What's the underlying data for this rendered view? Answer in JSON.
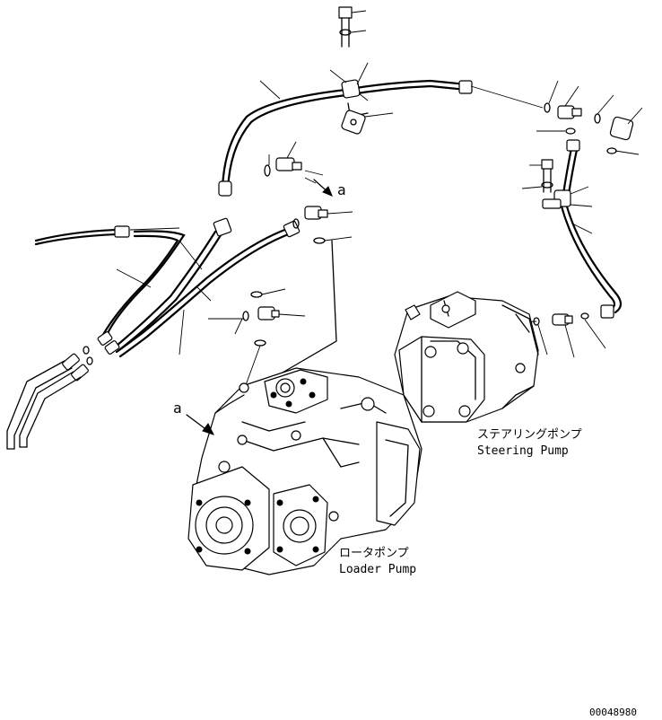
{
  "labels": {
    "letter_a_upper": "a",
    "letter_a_lower": "a",
    "steering_pump_jp": "ステアリングポンプ",
    "steering_pump_en": "Steering Pump",
    "loader_pump_jp": "ロータポンプ",
    "loader_pump_en": "Loader Pump",
    "drawing_number": "00048980"
  }
}
